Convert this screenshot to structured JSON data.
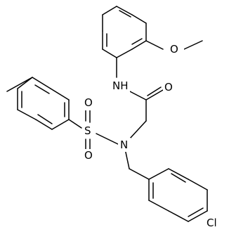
{
  "structure": {
    "atom_labels": {
      "nh": "NH",
      "carbonyl_o": "O",
      "ether_o": "O",
      "amine_n": "N",
      "sulfur": "S",
      "sulfonyl_o_top": "O",
      "sulfonyl_o_bottom": "O",
      "chlorine": "Cl"
    }
  },
  "colors": {
    "bond": "#000000",
    "background": "#ffffff"
  }
}
